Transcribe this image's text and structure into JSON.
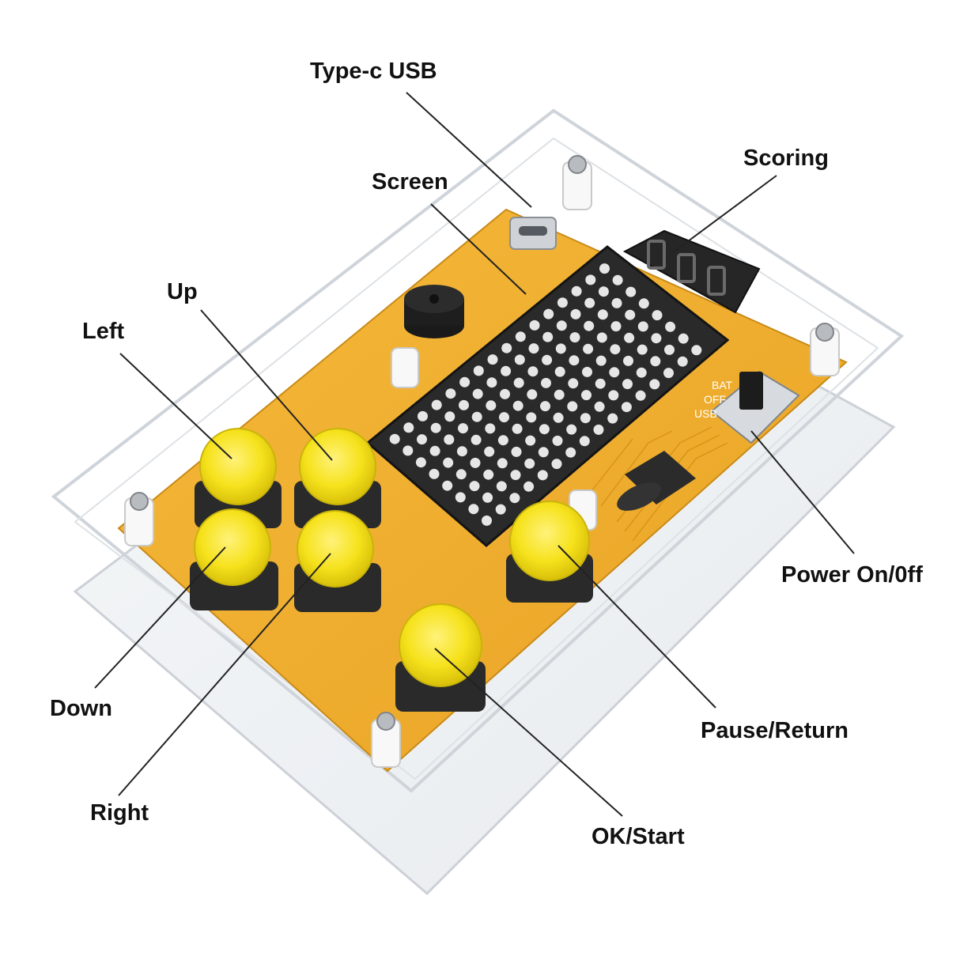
{
  "labels": {
    "usb": "Type-c USB",
    "scoring": "Scoring",
    "screen": "Screen",
    "up": "Up",
    "left": "Left",
    "power": "Power On/0ff",
    "down": "Down",
    "pause": "Pause/Return",
    "right": "Right",
    "ok": "OK/Start"
  },
  "switch": {
    "positions": [
      "BAT",
      "OFF",
      "USB"
    ]
  },
  "colors": {
    "pcb": "#f0b030",
    "button_cap": "#f5e020",
    "led_dot": "#e8e8e8",
    "led_panel": "#222222",
    "leader_line": "#222222"
  }
}
